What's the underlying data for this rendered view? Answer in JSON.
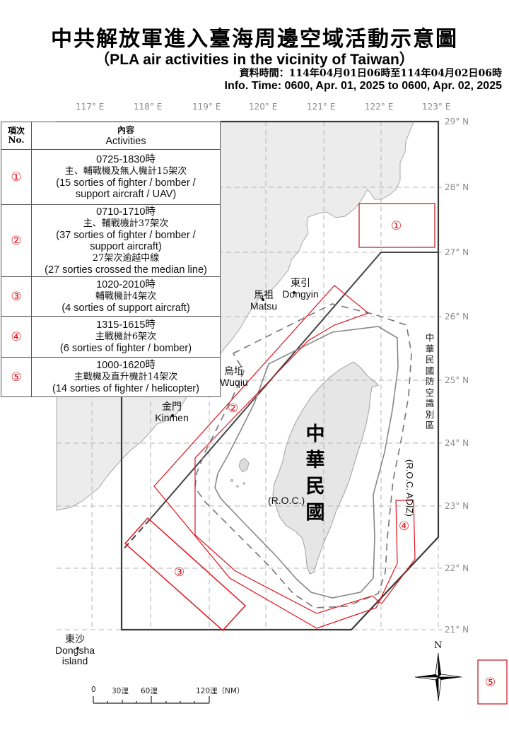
{
  "header": {
    "title_zh": "中共解放軍進入臺海周邊空域活動示意圖",
    "title_en": "（PLA air activities in the vicinity of Taiwan）",
    "info_time_zh": "資料時間：114年04月01日06時至114年04月02日06時",
    "info_time_en": "Info. Time: 0600, Apr. 01, 2025 to 0600, Apr. 02, 2025"
  },
  "axes": {
    "longitudes": [
      "117° E",
      "118° E",
      "119° E",
      "120° E",
      "121° E",
      "122° E",
      "123° E"
    ],
    "latitudes": [
      "29° N",
      "28° N",
      "27° N",
      "26° N",
      "25° N",
      "24° N",
      "23° N",
      "22° N",
      "21° N"
    ]
  },
  "legend": {
    "header_no": "項次\nNo.",
    "header_no_zh": "項次",
    "header_no_en": "No.",
    "header_activities_zh": "內容",
    "header_activities_en": "Activities",
    "rows": [
      {
        "no": "①",
        "time": "0725-1830時",
        "zh": "主、輔戰機及無人機計15架次",
        "en1": "(15 sorties of fighter / bomber /",
        "en2": "support aircraft / UAV)",
        "extra_zh": "",
        "extra_en": ""
      },
      {
        "no": "②",
        "time": "0710-1710時",
        "zh": "主、輔戰機計37架次",
        "en1": "(37 sorties of fighter / bomber /",
        "en2": "support aircraft)",
        "extra_zh": "27架次逾越中線",
        "extra_en": "(27 sorties crossed the median line)"
      },
      {
        "no": "③",
        "time": "1020-2010時",
        "zh": "輔戰機計4架次",
        "en1": "(4 sorties of support aircraft)",
        "en2": "",
        "extra_zh": "",
        "extra_en": ""
      },
      {
        "no": "④",
        "time": "1315-1615時",
        "zh": "主戰機計6架次",
        "en1": "(6 sorties of fighter / bomber)",
        "en2": "",
        "extra_zh": "",
        "extra_en": ""
      },
      {
        "no": "⑤",
        "time": "1000-1620時",
        "zh": "主戰機及直升機計14架次",
        "en1": "(14 sorties of fighter / helicopter)",
        "en2": "",
        "extra_zh": "",
        "extra_en": ""
      }
    ]
  },
  "places": {
    "dongyin": {
      "zh": "東引",
      "en": "Dongyin"
    },
    "matsu": {
      "zh": "馬祖",
      "en": "Matsu"
    },
    "wuqiu": {
      "zh": "烏坵",
      "en": "Wuqiu"
    },
    "kinmen": {
      "zh": "金門",
      "en": "Kinmen"
    },
    "dongsha": {
      "zh": "東沙",
      "en1": "Dongsha",
      "en2": "island"
    },
    "roc": {
      "zh": "中華民國",
      "en": "(R.O.C.)"
    }
  },
  "adiz_label": {
    "zh": "中華民國防空識別區",
    "en": "(R.O.C. ADIZ)"
  },
  "zone_markers": [
    "①",
    "②",
    "③",
    "④",
    "⑤"
  ],
  "scale_bar": {
    "labels": [
      "0",
      "30浬",
      "60浬",
      "120浬（NM）"
    ]
  },
  "compass": {
    "north": "N"
  },
  "colors": {
    "activity_zone": "#e0141e",
    "adiz_line": "#3a3a3a",
    "land": "#ececec",
    "grid": "#aaaaaa"
  }
}
